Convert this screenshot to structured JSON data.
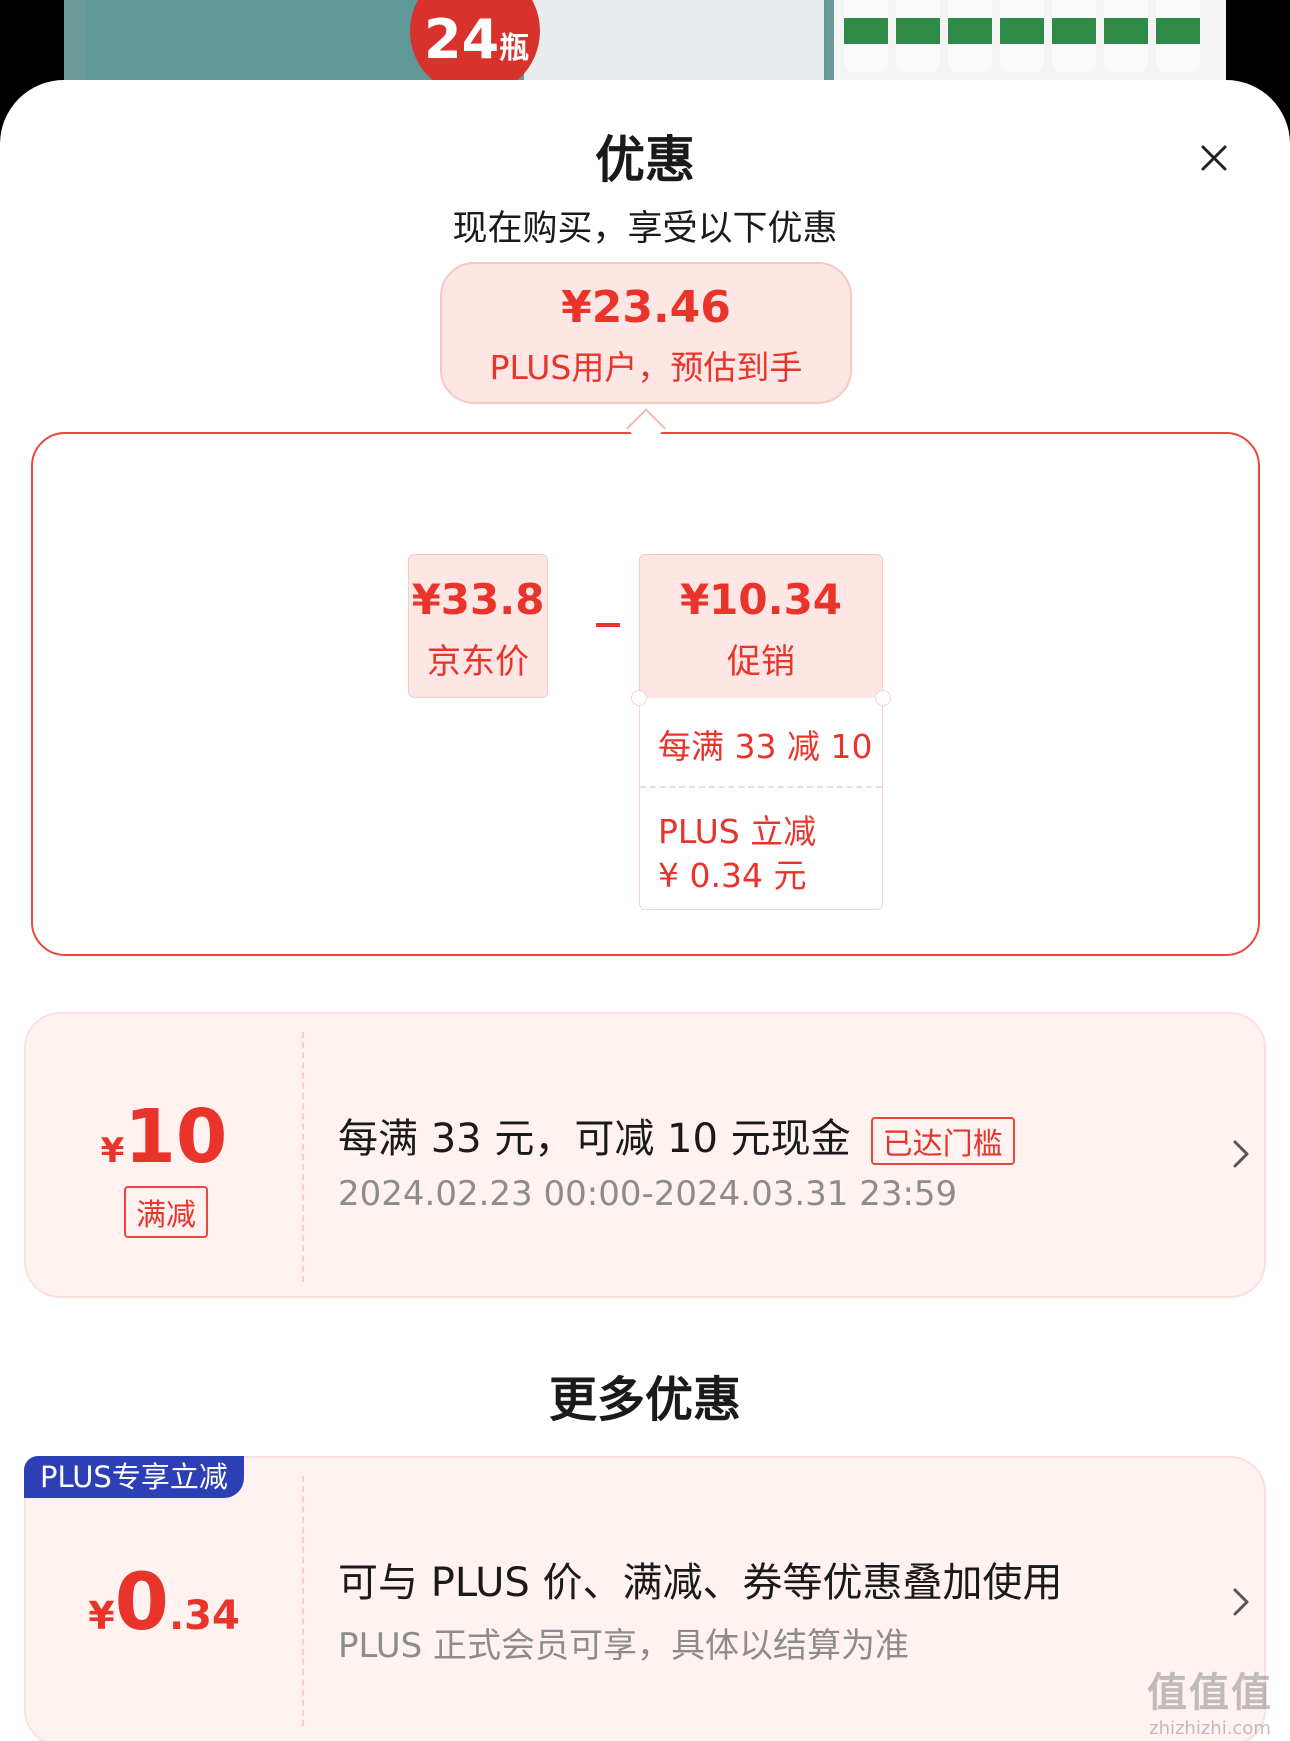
{
  "banner": {
    "badge_number": "24",
    "badge_unit": "瓶"
  },
  "sheet": {
    "title": "优惠",
    "close_icon": "close-icon"
  },
  "estimate": {
    "price": "¥23.46",
    "label": "PLUS用户，预估到手"
  },
  "calculation": {
    "title": "现在购买，享受以下优惠",
    "jd_price": {
      "value": "¥33.8",
      "label": "京东价"
    },
    "promo": {
      "value": "¥10.34",
      "label": "促销",
      "detail_1": "每满 33 减 10",
      "detail_2_line1": "PLUS 立减",
      "detail_2_line2": "¥ 0.34 元"
    }
  },
  "coupon_1": {
    "currency": "¥",
    "amount": "10",
    "tag": "满减",
    "description": "每满 33 元，可减 10 元现金",
    "status": "已达门槛",
    "validity": "2024.02.23 00:00-2024.03.31 23:59"
  },
  "more": {
    "title": "更多优惠"
  },
  "coupon_2": {
    "badge": "PLUS专享立减",
    "currency": "¥",
    "amount_int": "0",
    "amount_dec": ".34",
    "description": "可与 PLUS 价、满减、券等优惠叠加使用",
    "note": "PLUS 正式会员可享，具体以结算为准"
  },
  "watermark": {
    "mark": "值值值",
    "site": "zhizhizhi.com"
  },
  "colors": {
    "accent": "#e8342a",
    "tint": "#fde6e4",
    "plus_blue": "#2c3fb5"
  }
}
